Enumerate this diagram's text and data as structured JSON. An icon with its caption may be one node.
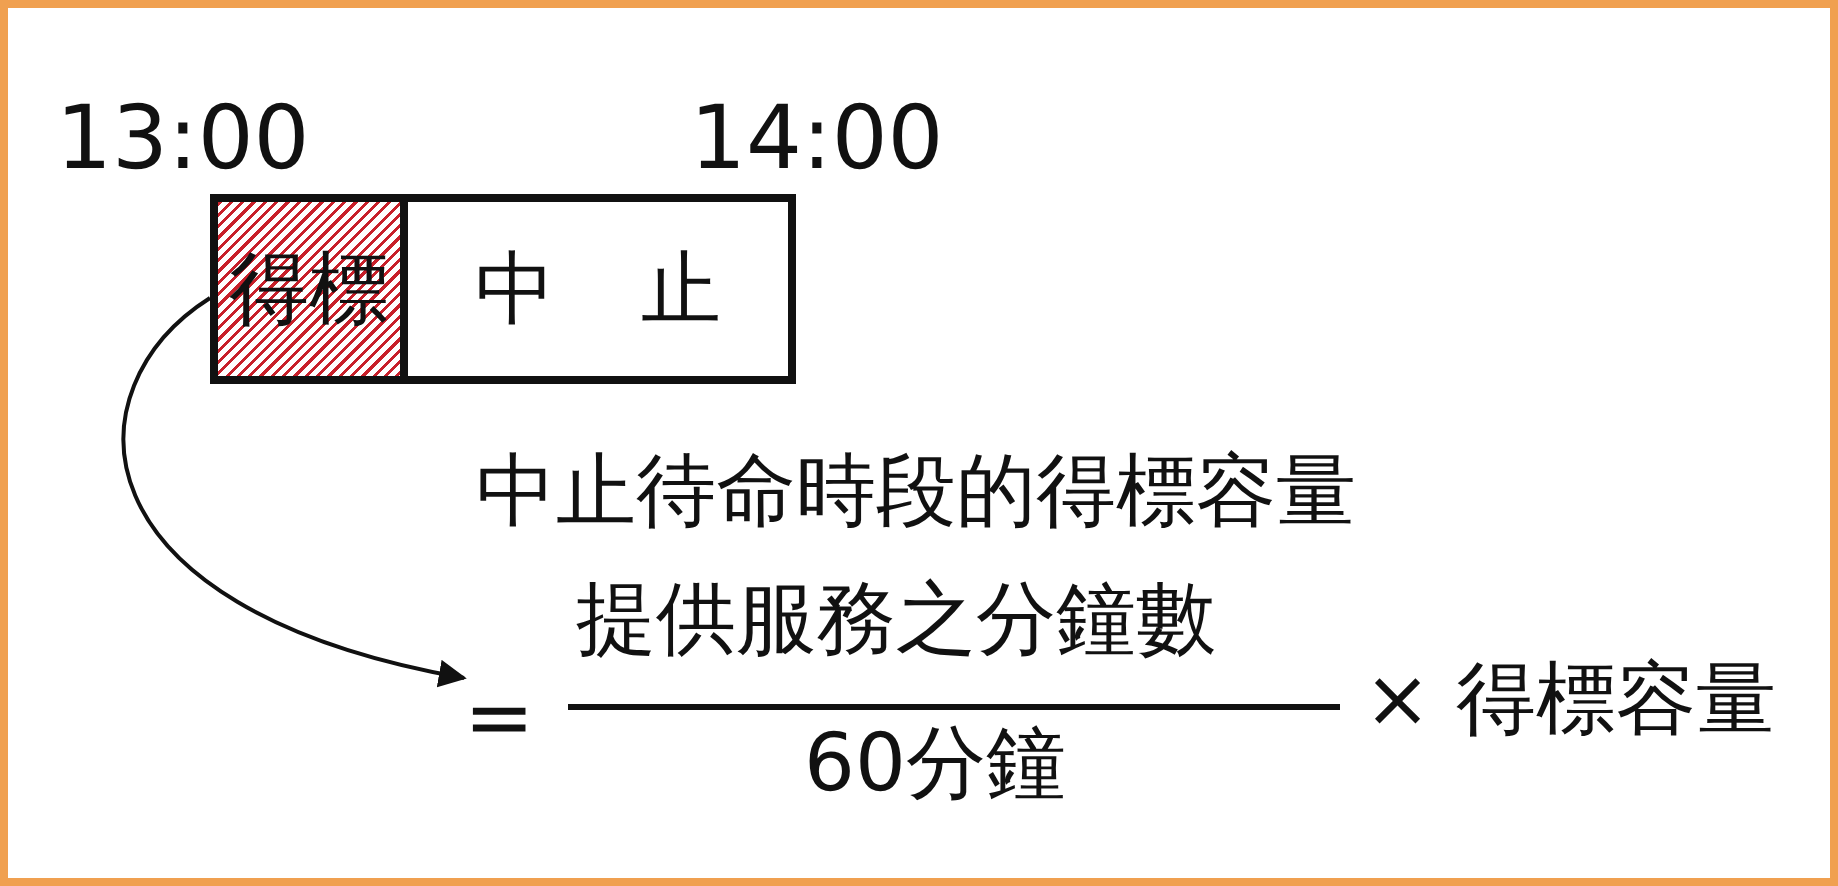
{
  "diagram": {
    "nodes": [
      {
        "text": [
          "得標"
        ]
      },
      {
        "text": [
          "中 止"
        ]
      },
      {
        "text": [
          "=",
          "提供服務之分鐘數",
          "60分鐘",
          "× 得標容量"
        ]
      }
    ],
    "edges": [
      {
        "from": 0,
        "to": 2,
        "arrow": "to"
      }
    ],
    "labels": [
      "13:00",
      "14:00",
      "中止待命時段的得標容量"
    ]
  }
}
